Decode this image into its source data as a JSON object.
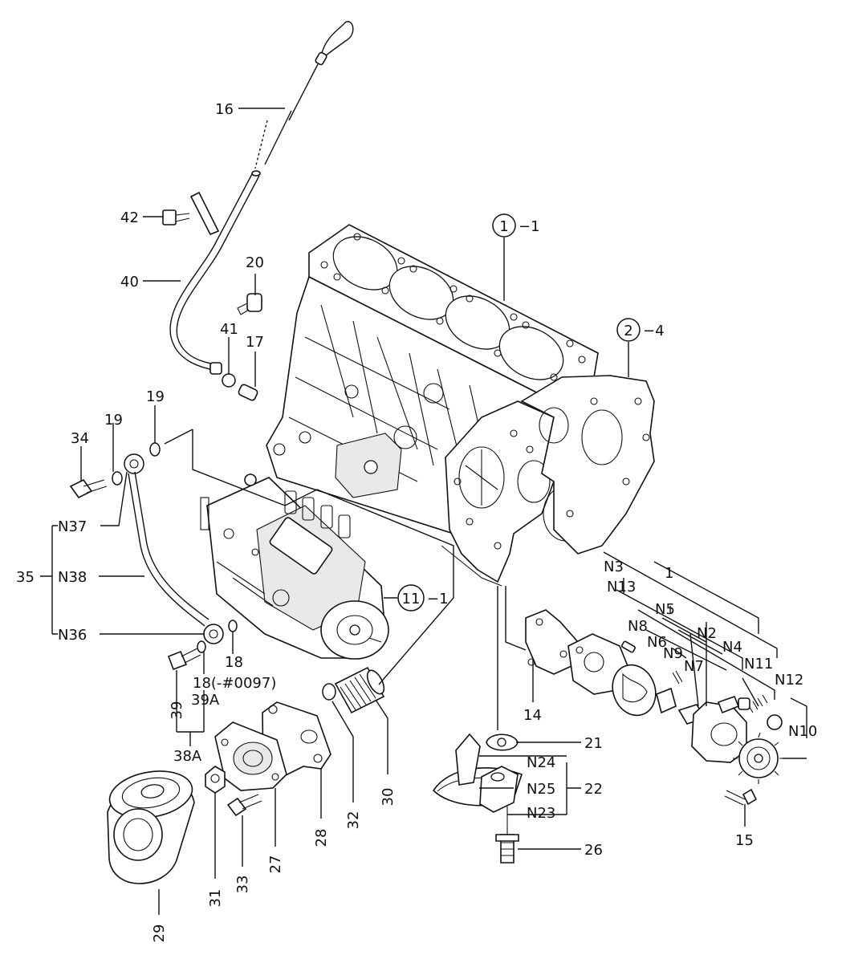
{
  "callouts": [
    {
      "key": "1-1",
      "text": "−1",
      "circled": "1"
    },
    {
      "key": "2-4",
      "text": "−4",
      "circled": "2"
    },
    {
      "key": "11-1",
      "text": "−1",
      "circled": "11"
    },
    {
      "key": "n1",
      "text": "1"
    },
    {
      "key": "n14",
      "text": "14"
    },
    {
      "key": "n15",
      "text": "15"
    },
    {
      "key": "n16",
      "text": "16"
    },
    {
      "key": "n17",
      "text": "17"
    },
    {
      "key": "n18",
      "text": "18"
    },
    {
      "key": "n18b",
      "text": "18(-#0097)"
    },
    {
      "key": "n19a",
      "text": "19"
    },
    {
      "key": "n19b",
      "text": "19"
    },
    {
      "key": "n20",
      "text": "20"
    },
    {
      "key": "n21",
      "text": "21"
    },
    {
      "key": "n22",
      "text": "22"
    },
    {
      "key": "n26",
      "text": "26"
    },
    {
      "key": "n27",
      "text": "27"
    },
    {
      "key": "n28",
      "text": "28"
    },
    {
      "key": "n29",
      "text": "29"
    },
    {
      "key": "n30",
      "text": "30"
    },
    {
      "key": "n31",
      "text": "31"
    },
    {
      "key": "n32",
      "text": "32"
    },
    {
      "key": "n33",
      "text": "33"
    },
    {
      "key": "n34",
      "text": "34"
    },
    {
      "key": "n35",
      "text": "35"
    },
    {
      "key": "n38a",
      "text": "38A"
    },
    {
      "key": "n39",
      "text": "39"
    },
    {
      "key": "n39a",
      "text": "39A"
    },
    {
      "key": "n40",
      "text": "40"
    },
    {
      "key": "n41",
      "text": "41"
    },
    {
      "key": "n42",
      "text": "42"
    },
    {
      "key": "N2",
      "text": "N2"
    },
    {
      "key": "N3",
      "text": "N3"
    },
    {
      "key": "N4",
      "text": "N4"
    },
    {
      "key": "N5",
      "text": "N5"
    },
    {
      "key": "N6",
      "text": "N6"
    },
    {
      "key": "N7",
      "text": "N7"
    },
    {
      "key": "N8",
      "text": "N8"
    },
    {
      "key": "N9",
      "text": "N9"
    },
    {
      "key": "N10",
      "text": "N10"
    },
    {
      "key": "N11",
      "text": "N11"
    },
    {
      "key": "N12",
      "text": "N12"
    },
    {
      "key": "N13",
      "text": "N13"
    },
    {
      "key": "N23",
      "text": "N23"
    },
    {
      "key": "N24",
      "text": "N24"
    },
    {
      "key": "N25",
      "text": "N25"
    },
    {
      "key": "N36",
      "text": "N36"
    },
    {
      "key": "N37",
      "text": "N37"
    },
    {
      "key": "N38",
      "text": "N38"
    }
  ]
}
